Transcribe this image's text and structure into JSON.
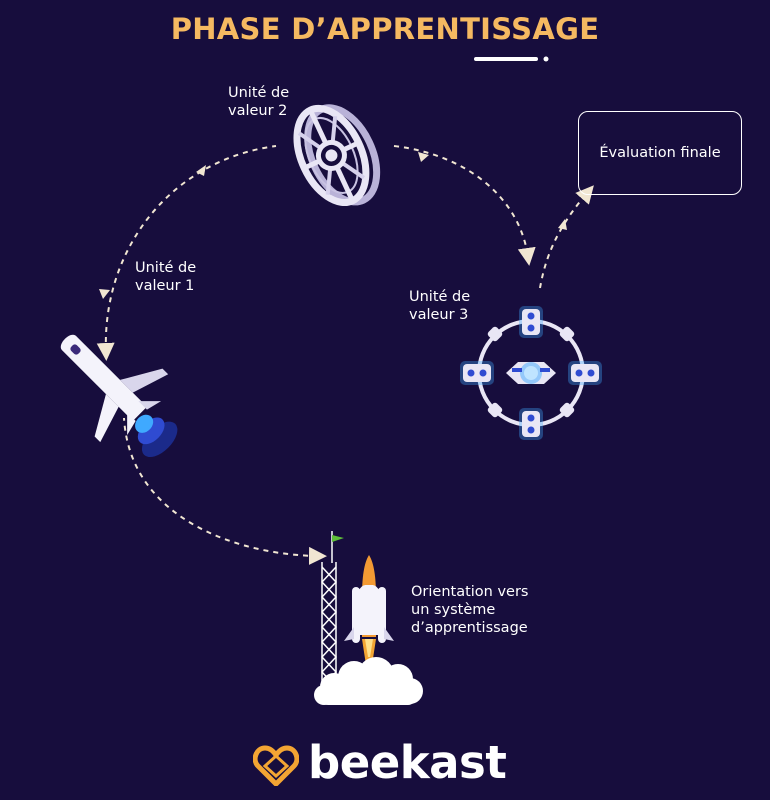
{
  "title": "PHASE D’APPRENTISSAGE",
  "stages": {
    "unit1": {
      "line1": "Unité de",
      "line2": "valeur 1",
      "icon": "airplane-icon"
    },
    "unit2": {
      "line1": "Unité de",
      "line2": "valeur 2",
      "icon": "space-station-wheel-icon"
    },
    "unit3": {
      "line1": "Unité de",
      "line2": "valeur 3",
      "icon": "satellite-icon"
    },
    "orientation": {
      "line1": "Orientation vers",
      "line2": "un système",
      "line3": "d’apprentissage",
      "icon": "space-shuttle-launch-icon"
    },
    "final": {
      "label": "Évaluation finale"
    }
  },
  "brand": {
    "name": "beekast",
    "icon": "beekast-heart-logo-icon"
  },
  "colors": {
    "background": "#170d3d",
    "title": "#f5b961",
    "path": "#f1e6d2",
    "accent_blue": "#3fa9ff",
    "logo_orange": "#f3a533"
  }
}
